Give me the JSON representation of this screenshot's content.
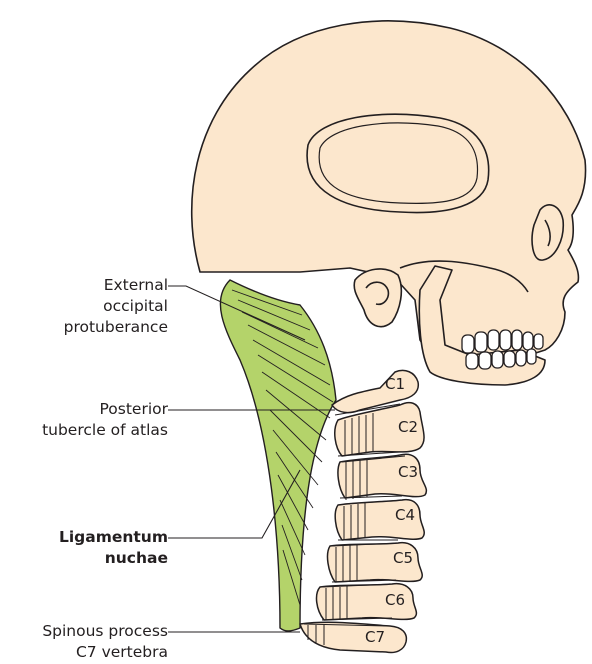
{
  "labels": {
    "occipital": [
      "External",
      "occipital",
      "protuberance"
    ],
    "atlas": [
      "Posterior",
      "tubercle of atlas"
    ],
    "ligament": [
      "Ligamentum",
      "nuchae"
    ],
    "spinous": [
      "Spinous process",
      "C7 vertebra"
    ]
  },
  "vertebrae": [
    "C1",
    "C2",
    "C3",
    "C4",
    "C5",
    "C6",
    "C7"
  ],
  "colors": {
    "bone": "#fce7cd",
    "bone_outline": "#d9a37c",
    "ligament": "#b4d36a",
    "line": "#231f20"
  }
}
